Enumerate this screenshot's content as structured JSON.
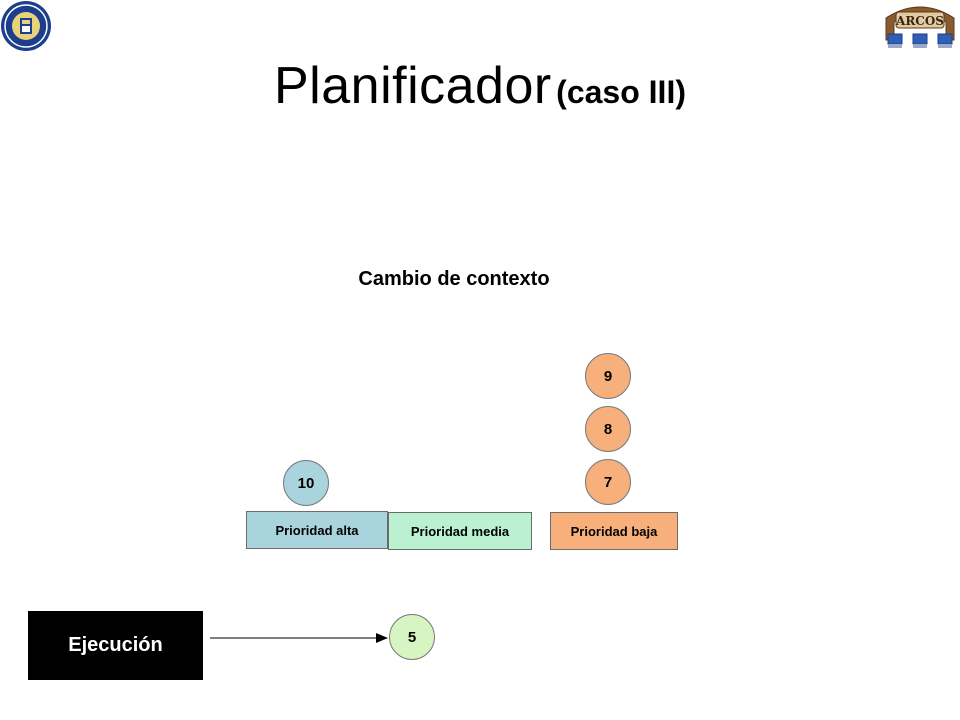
{
  "title": {
    "main": "Planificador",
    "sub": "(caso III)"
  },
  "context_label": "Cambio de contexto",
  "queues": {
    "high": "Prioridad alta",
    "medium": "Prioridad media",
    "low": "Prioridad baja"
  },
  "processes": {
    "high": "10",
    "low_top": "9",
    "low_middle": "8",
    "low_bottom": "7",
    "running": "5"
  },
  "execution_label": "Ejecución",
  "logo_right_text": "ARCOS",
  "colors": {
    "high": "#a9d3dd",
    "medium": "#b9f1d1",
    "low": "#f7b07c",
    "running": "#d6f5c3",
    "execution": "#000000"
  }
}
